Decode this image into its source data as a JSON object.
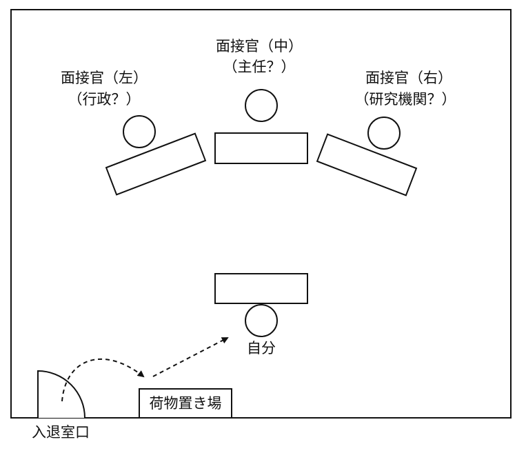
{
  "interviewers": [
    {
      "name": "面接官（左）",
      "role": "（行政？）"
    },
    {
      "name": "面接官（中）",
      "role": "（主任？）"
    },
    {
      "name": "面接官（右）",
      "role": "（研究機関？）"
    }
  ],
  "self_label": "自分",
  "luggage_label": "荷物置き場",
  "entrance_label": "入退室口"
}
